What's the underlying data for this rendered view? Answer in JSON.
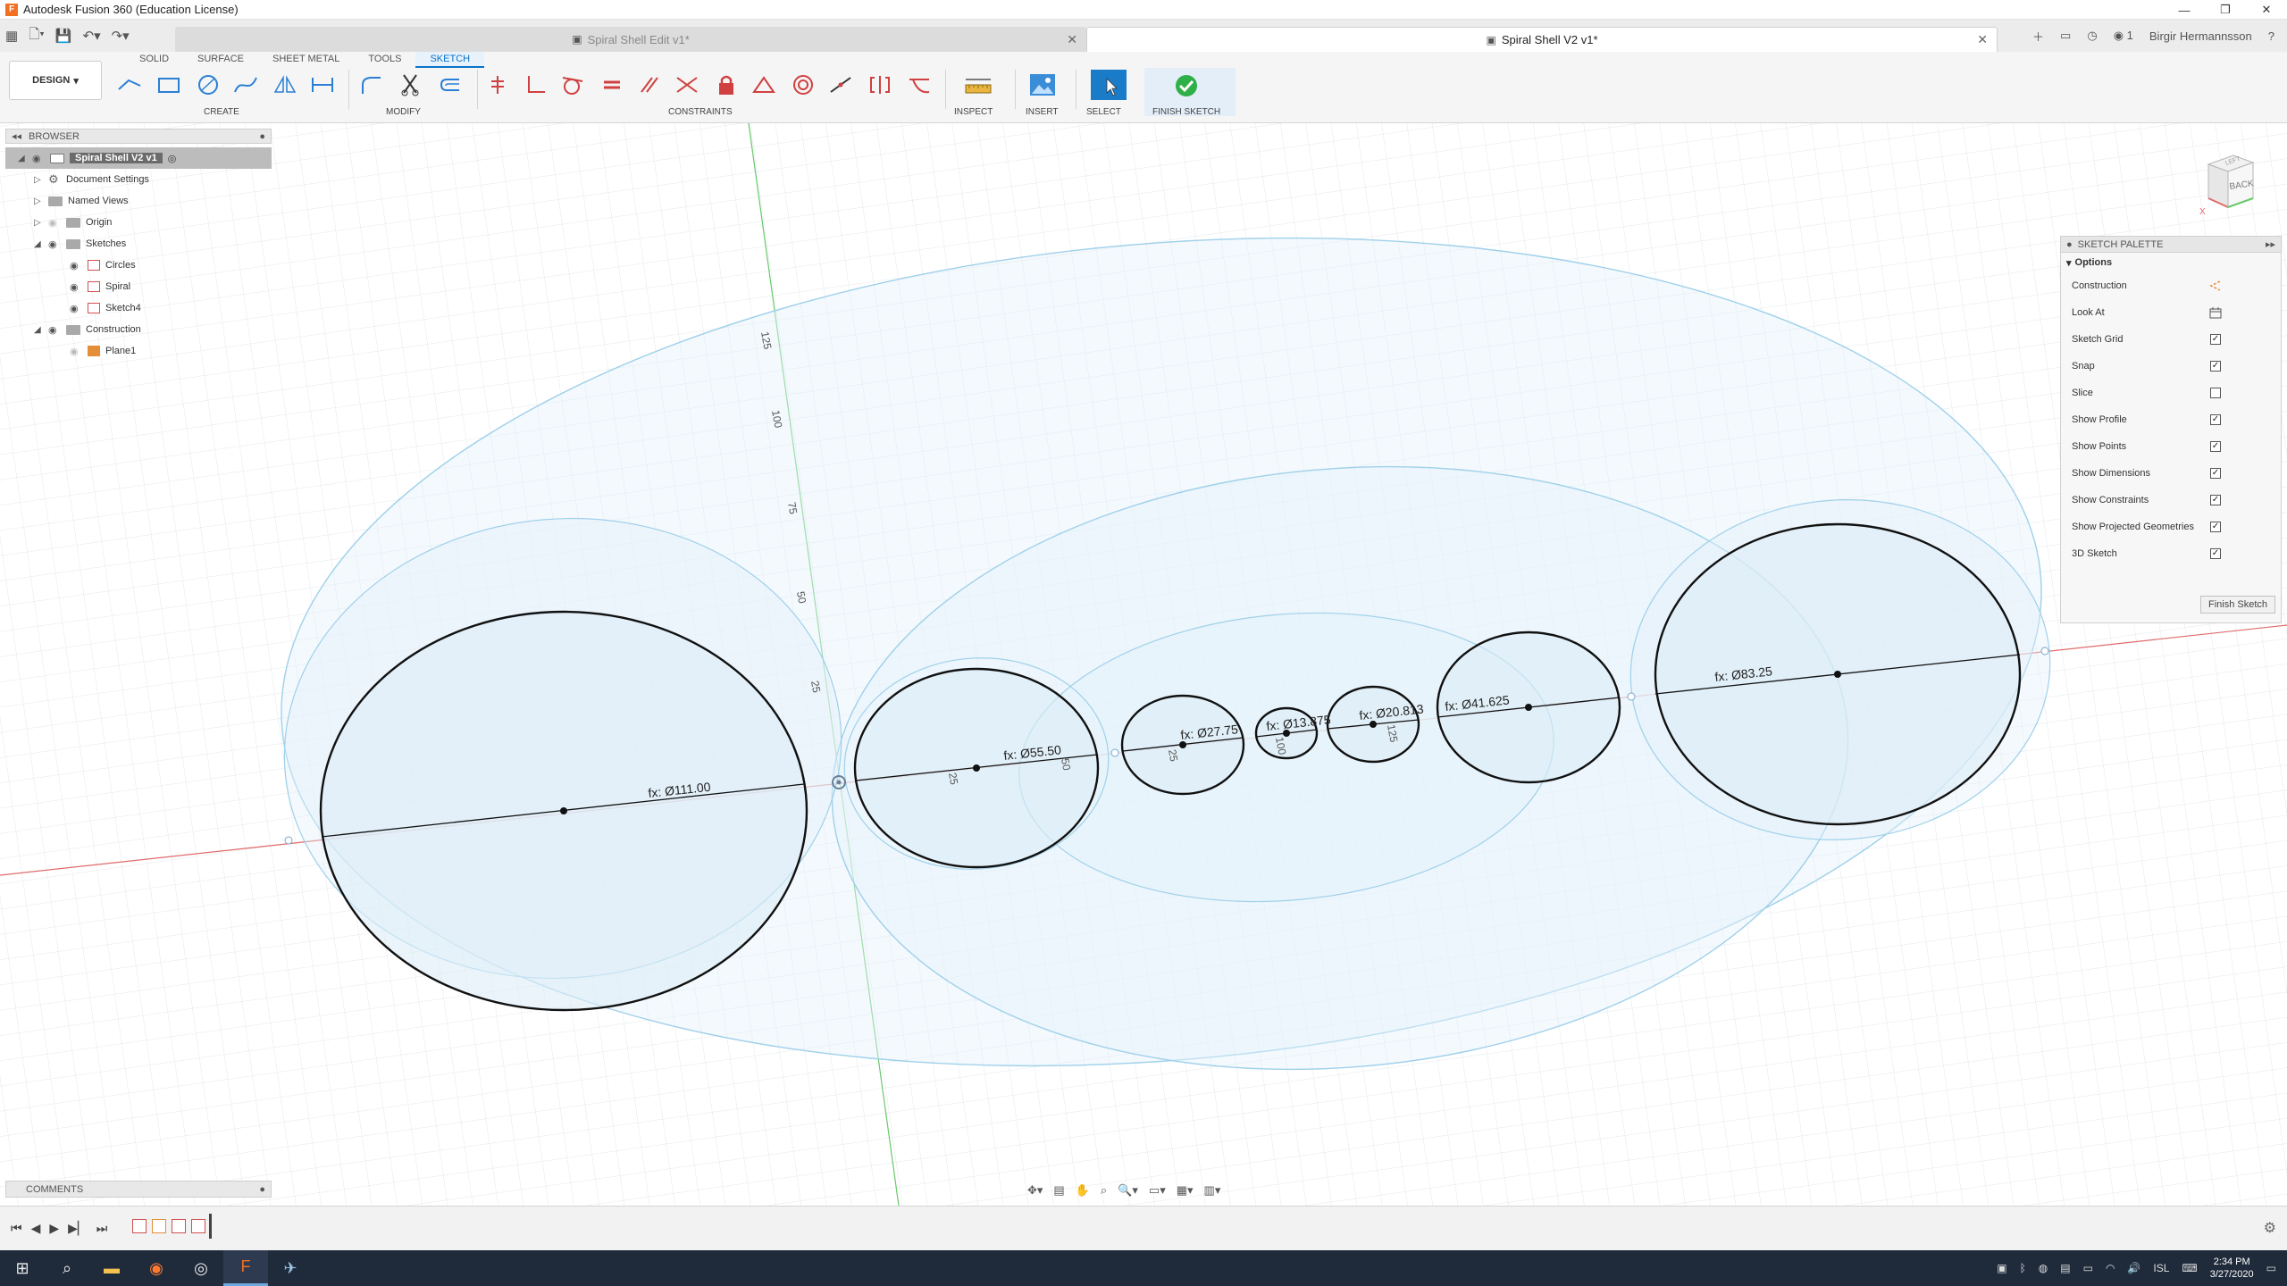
{
  "window": {
    "title": "Autodesk Fusion 360 (Education License)",
    "controls": [
      "—",
      "❐",
      "✕"
    ]
  },
  "tabs": [
    {
      "label": "Spiral Shell Edit v1*",
      "active": false
    },
    {
      "label": "Spiral Shell V2 v1*",
      "active": true
    }
  ],
  "user": {
    "name": "Birgir Hermannsson",
    "notifications": "1"
  },
  "toolbar": {
    "workspace": "DESIGN",
    "ribbon_tabs": [
      "SOLID",
      "SURFACE",
      "SHEET METAL",
      "TOOLS",
      "SKETCH"
    ],
    "active_tab": "SKETCH",
    "groups": {
      "create": "CREATE",
      "modify": "MODIFY",
      "constraints": "CONSTRAINTS",
      "inspect": "INSPECT",
      "insert": "INSERT",
      "select": "SELECT",
      "finish": "FINISH SKETCH"
    }
  },
  "browser": {
    "title": "BROWSER",
    "root": "Spiral Shell V2 v1",
    "items": [
      {
        "label": "Document Settings",
        "level": 1,
        "icon": "gear-icon"
      },
      {
        "label": "Named Views",
        "level": 1,
        "icon": "folder-icon"
      },
      {
        "label": "Origin",
        "level": 1,
        "icon": "folder-icon"
      },
      {
        "label": "Sketches",
        "level": 1,
        "icon": "folder-icon"
      },
      {
        "label": "Circles",
        "level": 2,
        "icon": "sketch-icon"
      },
      {
        "label": "Spiral",
        "level": 2,
        "icon": "sketch-icon"
      },
      {
        "label": "Sketch4",
        "level": 2,
        "icon": "sketch-icon"
      },
      {
        "label": "Construction",
        "level": 1,
        "icon": "folder-icon"
      },
      {
        "label": "Plane1",
        "level": 2,
        "icon": "plane-icon"
      }
    ]
  },
  "comments": {
    "title": "COMMENTS"
  },
  "viewcube": {
    "face": "BACK",
    "top": "LEFT",
    "axis_x": "X"
  },
  "sketch_palette": {
    "title": "SKETCH PALETTE",
    "section": "Options",
    "options": [
      {
        "label": "Construction",
        "type": "icon",
        "icon": "construction-icon"
      },
      {
        "label": "Look At",
        "type": "icon",
        "icon": "look-at-icon"
      },
      {
        "label": "Sketch Grid",
        "type": "checkbox",
        "checked": true
      },
      {
        "label": "Snap",
        "type": "checkbox",
        "checked": true
      },
      {
        "label": "Slice",
        "type": "checkbox",
        "checked": false
      },
      {
        "label": "Show Profile",
        "type": "checkbox",
        "checked": true
      },
      {
        "label": "Show Points",
        "type": "checkbox",
        "checked": true
      },
      {
        "label": "Show Dimensions",
        "type": "checkbox",
        "checked": true
      },
      {
        "label": "Show Constraints",
        "type": "checkbox",
        "checked": true
      },
      {
        "label": "Show Projected Geometries",
        "type": "checkbox",
        "checked": true
      },
      {
        "label": "3D Sketch",
        "type": "checkbox",
        "checked": true
      }
    ],
    "finish_button": "Finish Sketch"
  },
  "sketch": {
    "dimensions": [
      "fx: Ø111.00",
      "fx: Ø55.50",
      "fx: Ø27.75",
      "fx: Ø13.875",
      "fx: Ø20.813",
      "fx: Ø41.625",
      "fx: Ø83.25"
    ],
    "axis_ticks": [
      "125",
      "100",
      "75",
      "50",
      "25"
    ],
    "small_ticks": [
      "25",
      "50",
      "25",
      "100",
      "125"
    ]
  },
  "taskbar": {
    "time": "2:34 PM",
    "date": "3/27/2020",
    "lang": "ISL"
  }
}
